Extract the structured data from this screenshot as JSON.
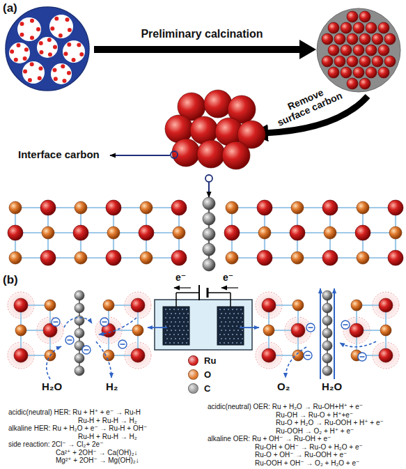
{
  "diagram": {
    "labels": [
      "(a)",
      "Preliminary calcination",
      "Remove surface carbon",
      "Interface carbon",
      "(b)",
      "e⁻",
      "e⁻",
      "H₂O",
      "H₂",
      "O₂",
      "H₂O",
      "acidic(neutral) HER: Ru + H⁺ + e⁻ → Ru-H",
      "Ru-H + Ru-H → H₂",
      "alkaline HER: Ru + H₂O + e⁻ → Ru-H + OH⁻",
      "Ru-H + Ru-H → H₂",
      "side reaction: 2Cl⁻ → Cl₂+ 2e⁻",
      "Ca²⁺ + 2OH⁻ → Ca(OH)₂↓",
      "Mg²⁺ + 2OH⁻ → Mg(OH)₂↓",
      "acidic(neutral) OER: Ru + H₂O → Ru-OH+H⁺ + e⁻",
      "Ru-OH → Ru-O + H⁺+e⁻",
      "Ru-O + H₂O → Ru-OOH + H⁺ + e⁻",
      "Ru-OOH → O₂ + H⁺ + e⁻",
      "alkaline OER: Ru + OH⁻ → Ru-OH + e⁻",
      "Ru-OH + OH⁻ → Ru-O + H₂O + e⁻",
      "Ru-O + OH⁻ → Ru-OOH + e⁻",
      "Ru-OOH + OH⁻ → O₂ + H₂O + e⁻"
    ],
    "legend": [
      {
        "text": "Ru",
        "color": "#d4201f"
      },
      {
        "text": "O",
        "color": "#e07a2e"
      },
      {
        "text": "C",
        "color": "#9a9a9a"
      }
    ]
  }
}
